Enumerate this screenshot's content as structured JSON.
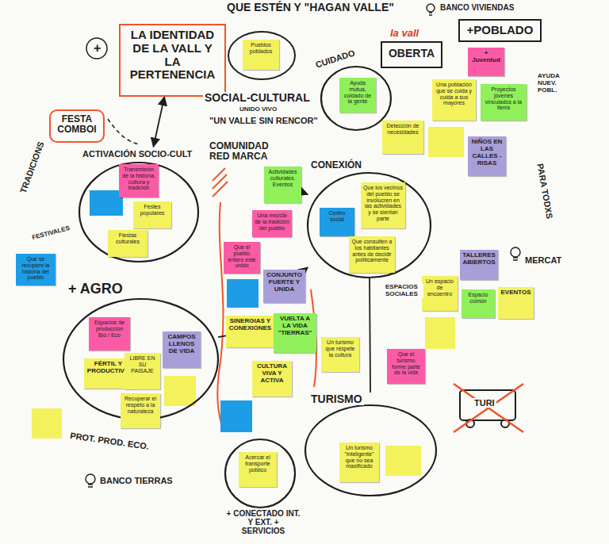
{
  "diagram": {
    "title": "QUE ESTÉN Y \"HAGAN VALLE\"",
    "nodes": [
      {
        "text": [
          "LA IDENTIDAD DE LA VALL Y LA PERTENENCIA"
        ]
      },
      {
        "text": [
          "Pueblos poblados"
        ]
      },
      {
        "text": [
          "CUIDADO"
        ]
      },
      {
        "text": [
          "Ayuda mutua, cuidado de la gente"
        ],
        "in": 2
      },
      {
        "text": [
          "la vall",
          "OBERTA"
        ]
      },
      {
        "text": [
          "+POBLADO"
        ]
      },
      {
        "text": [
          "+ Juventud"
        ]
      },
      {
        "text": [
          "Una población que se cuida y cuida a sus mayores"
        ]
      },
      {
        "text": [
          "Proyectos jóvenes vinculados a la tierra"
        ]
      },
      {
        "text": [
          "Detección de necesidades"
        ]
      },
      {
        "text": [
          "NIÑOS EN LAS CALLES - RISAS"
        ]
      },
      {
        "text": [
          "FESTA COMBOI"
        ]
      },
      {
        "text": [
          "ACTIVACIÓN SOCIO-CULT"
        ]
      },
      {
        "text": [
          "Transmisión de la historia, cultura y tradición"
        ],
        "in": 12
      },
      {
        "text": [
          "Festes populares"
        ],
        "in": 12
      },
      {
        "text": [
          "Fiestas culturales"
        ],
        "in": 12
      },
      {
        "text": [
          "Actividades culturales. Eventos"
        ]
      },
      {
        "text": [
          "CONEXIÓN"
        ]
      },
      {
        "text": [
          "Centro social"
        ],
        "in": 17
      },
      {
        "text": [
          "Que los vecinos del pueblo se involucren en las actividades y se sientan parte"
        ],
        "in": 17
      },
      {
        "text": [
          "Que consulten a los habitantes antes de decidir políticamente"
        ],
        "in": 17
      },
      {
        "text": [
          "Una mezcla de la tradición del pueblo"
        ]
      },
      {
        "text": [
          "Que el pueblo entero esté unido"
        ]
      },
      {
        "text": [
          "Que se recupere la historia del pueblo"
        ]
      },
      {
        "text": [
          "CONJUNTO FUERTE Y UNIDA"
        ]
      },
      {
        "text": [
          "TALLERES ABIERTOS"
        ]
      },
      {
        "text": [
          "Un espacio de encuentro"
        ]
      },
      {
        "text": [
          "Espacio común"
        ]
      },
      {
        "text": [
          "EVENTOS"
        ]
      },
      {
        "text": [
          "+ AGRO"
        ]
      },
      {
        "text": [
          "Espacios de producción Bio / Eco"
        ],
        "in": 29
      },
      {
        "text": [
          "CAMPOS LLENOS DE VIDA"
        ],
        "in": 29
      },
      {
        "text": [
          "FÉRTIL Y PRODUCTIVO"
        ],
        "in": 29
      },
      {
        "text": [
          "LIBRE EN SU PAISAJE"
        ],
        "in": 29
      },
      {
        "text": [
          "Recuperar el respeto a la naturaleza"
        ],
        "in": 29
      },
      {
        "text": [
          "SINERGIAS Y CONEXIONES"
        ]
      },
      {
        "text": [
          "VUELTA A LA VIDA \"TIERRAS\""
        ]
      },
      {
        "text": [
          "Un turismo que respete la cultura"
        ]
      },
      {
        "text": [
          "Que el turismo forme parte de la vida"
        ]
      },
      {
        "text": [
          "CULTURA VIVA Y ACTIVA"
        ]
      },
      {
        "text": [
          "TURISMO"
        ]
      },
      {
        "text": [
          "Un turismo \"inteligente\" que no sea masificado"
        ],
        "in": 40
      },
      {
        "text": [
          "+ CONECTADO INT. Y EXT. + SERVICIOS"
        ]
      },
      {
        "text": [
          "Acercar el transporte público"
        ],
        "in": 42
      }
    ],
    "edges": [
      {
        "from": 0,
        "to": 12,
        "arrow": "both"
      },
      {
        "from": 24,
        "to": 17,
        "arrow": "to"
      },
      {
        "from": 17,
        "to": 40,
        "arrow": "none"
      },
      {
        "from": 29,
        "to": 35,
        "arrow": "none"
      },
      {
        "from": 16,
        "to": 17,
        "arrow": "to"
      }
    ],
    "labels": [
      "+",
      "BANCO VIVIENDAS",
      "AYUDA NUEV. POBL.",
      "SOCIAL-CULTURAL",
      "UNIDO VIVO",
      "\"UN VALLE SIN RENCOR\"",
      "TRADICIONS",
      "FESTIVALES",
      "COMUNIDAD RED MARCA",
      "PARA TODXS",
      "MERCAT",
      "ESPACIOS SOCIALES",
      "PROT. PROD. ECO.",
      "BANCO TIERRAS",
      "TURI"
    ]
  }
}
